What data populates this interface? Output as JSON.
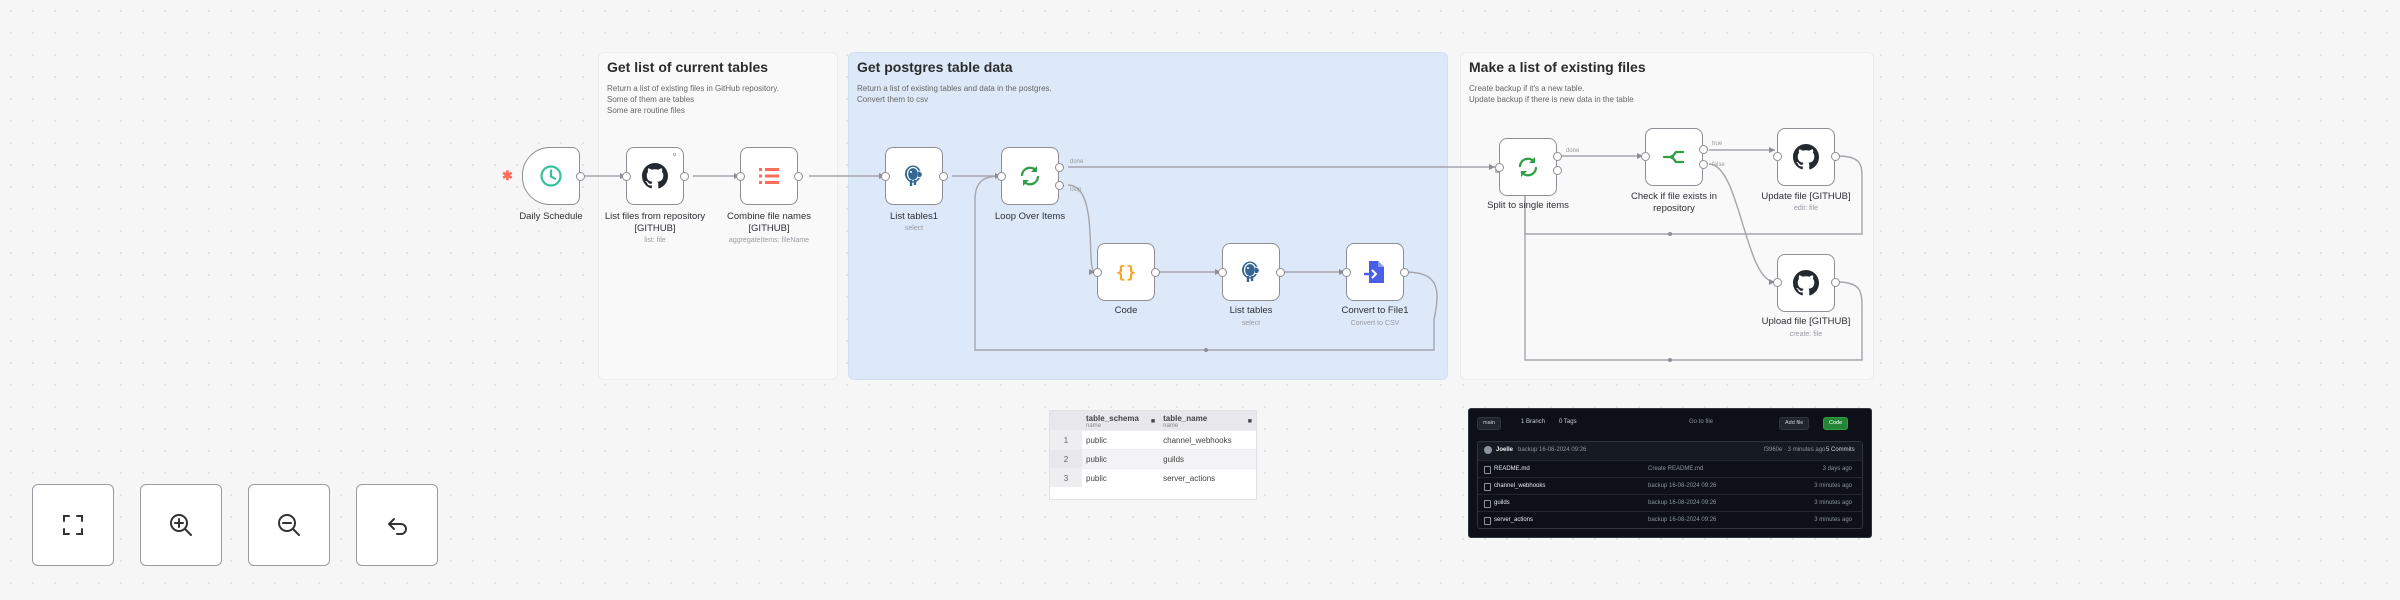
{
  "sticky_notes": [
    {
      "title": "Get list of current tables",
      "text": "Return a list of existing files in GitHub repository.\nSome of them are tables\nSome are routine files"
    },
    {
      "title": "Get postgres table data",
      "text": "Return a list of existing tables and data in the postgres.\nConvert them to csv"
    },
    {
      "title": "Make a list of existing files",
      "text": "Create backup if it's a new table.\nUpdate backup if there is new data in the table"
    }
  ],
  "nodes": {
    "daily_schedule": {
      "label": "Daily Schedule",
      "icon": "clock-icon",
      "color": "#35c29a"
    },
    "list_files": {
      "label": "List files from repository\n[GITHUB]",
      "sub": "list: file",
      "icon": "github-icon"
    },
    "combine_names": {
      "label": "Combine file names\n[GITHUB]",
      "sub": "aggregateItems: fileName",
      "icon": "list-icon",
      "color": "#ff6d5a"
    },
    "list_tables1": {
      "label": "List tables1",
      "sub": "select",
      "icon": "postgres-icon"
    },
    "loop_over_items": {
      "label": "Loop Over Items",
      "icon": "loop-icon",
      "color": "#2f9e44"
    },
    "code": {
      "label": "Code",
      "icon": "code-icon",
      "color": "#f4a62a"
    },
    "list_tables": {
      "label": "List tables",
      "sub": "select",
      "icon": "postgres-icon"
    },
    "convert_to_file": {
      "label": "Convert to File1",
      "sub": "Convert to CSV",
      "icon": "file-convert-icon",
      "color": "#4a5ee8"
    },
    "split_single": {
      "label": "Split to single items",
      "icon": "loop-icon",
      "color": "#2f9e44"
    },
    "check_exists": {
      "label": "Check if file exists in\nrepository",
      "icon": "if-icon",
      "color": "#2f9e44"
    },
    "update_file": {
      "label": "Update file [GITHUB]",
      "sub": "edit: file",
      "icon": "github-icon"
    },
    "upload_file": {
      "label": "Upload file [GITHUB]",
      "sub": "create: file",
      "icon": "github-icon"
    }
  },
  "edge_labels": {
    "done": "done",
    "loop": "loop",
    "true": "true",
    "false": "false"
  },
  "pg_table": {
    "columns": [
      {
        "name": "table_schema",
        "type": "name"
      },
      {
        "name": "table_name",
        "type": "name"
      }
    ],
    "rows": [
      {
        "n": "1",
        "schema": "public",
        "name": "channel_webhooks"
      },
      {
        "n": "2",
        "schema": "public",
        "name": "guilds"
      },
      {
        "n": "3",
        "schema": "public",
        "name": "server_actions"
      }
    ]
  },
  "github": {
    "branch": "main",
    "branches": "1 Branch",
    "tags": "0 Tags",
    "goto": "Go to file",
    "add_file": "Add file",
    "code_btn": "Code",
    "commit_user": "Joelle",
    "commit_msg": "backup 16-08-2024 09:26",
    "commit_hash": "f3960e · 3 minutes ago",
    "commits": "5 Commits",
    "files": [
      {
        "name": "README.md",
        "msg": "Create README.md",
        "time": "3 days ago"
      },
      {
        "name": "channel_webhooks",
        "msg": "backup 16-08-2024 09:26",
        "time": "3 minutes ago"
      },
      {
        "name": "guilds",
        "msg": "backup 16-08-2024 09:26",
        "time": "3 minutes ago"
      },
      {
        "name": "server_actions",
        "msg": "backup 16-08-2024 09:26",
        "time": "3 minutes ago"
      }
    ]
  },
  "controls": [
    "fit-view-icon",
    "zoom-in-icon",
    "zoom-out-icon",
    "reset-zoom-icon"
  ]
}
